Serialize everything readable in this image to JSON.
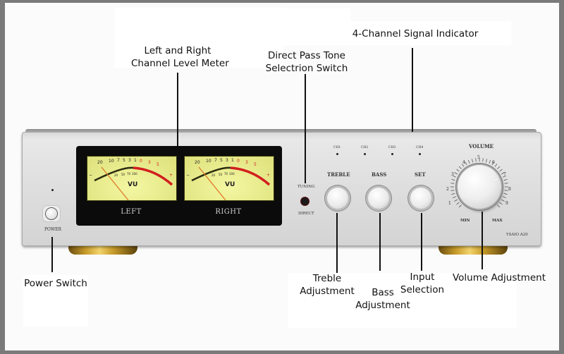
{
  "title": "Amplifier Front Panel Diagram",
  "callouts": {
    "level_meter": {
      "line1": "Left and Right",
      "line2": "Channel Level Meter"
    },
    "direct_pass": {
      "line1": "Direct Pass Tone",
      "line2": "Selectrion Switch"
    },
    "signal_indicator": {
      "line1": "4-Channel Signal Indicator"
    },
    "power": {
      "line1": "Power Switch"
    },
    "treble": {
      "line1": "Treble",
      "line2": "Adjustment"
    },
    "bass": {
      "line1": "Bass",
      "line2": "Adjustment"
    },
    "input": {
      "line1": "Input",
      "line2": "Selection"
    },
    "volume": {
      "line1": "Volume Adjustment"
    }
  },
  "device": {
    "model": "YSAIO A20",
    "power_label": "POWER",
    "meters": {
      "left_label": "LEFT",
      "right_label": "RIGHT",
      "unit": "VU",
      "top_scale": [
        "20",
        "10",
        "7",
        "5",
        "3",
        "1",
        "0",
        "3",
        "5"
      ],
      "bottom_scale": [
        "20",
        "50",
        "70",
        "100"
      ],
      "minus": "−",
      "plus": "+"
    },
    "tuning_label": "TUNING",
    "direct_label": "DIRECT",
    "channels": [
      "CH1",
      "CH2",
      "CH3",
      "CH4"
    ],
    "knobs": {
      "treble": "TREBLE",
      "bass": "BASS",
      "set": "SET"
    },
    "volume": {
      "label": "VOLUME",
      "scale": [
        "1",
        "2",
        "3",
        "4",
        "5",
        "6",
        "7",
        "8",
        "9"
      ],
      "min": "MIN",
      "max": "MAX"
    }
  },
  "colors": {
    "meter_face": "#e6e98a",
    "needle": "#e07a2a",
    "red_zone": "#d21f1f",
    "gold_feet": "#c79a2a"
  }
}
